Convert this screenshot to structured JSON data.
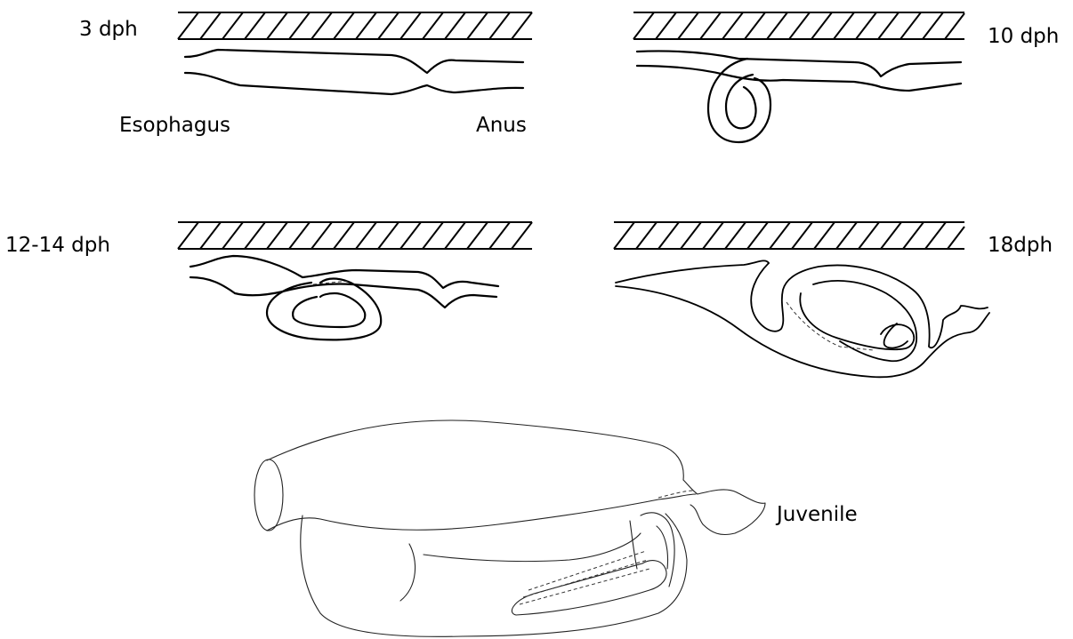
{
  "labels": {
    "stage_3dph": "3 dph",
    "stage_10dph": "10 dph",
    "stage_12_14dph": "12-14 dph",
    "stage_18dph": "18dph",
    "stage_juvenile": "Juvenile",
    "esophagus": "Esophagus",
    "anus": "Anus"
  },
  "colors": {
    "line": "#000000",
    "background": "#ffffff"
  }
}
